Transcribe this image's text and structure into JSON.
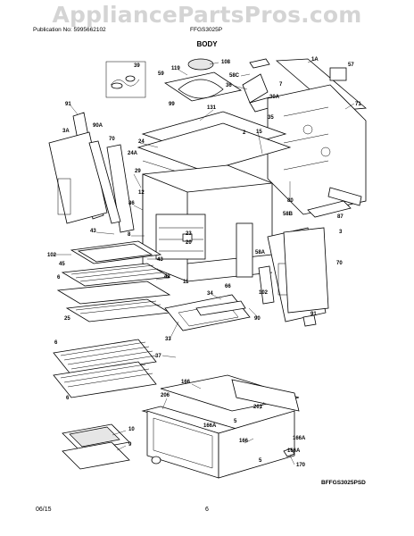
{
  "watermark": "AppliancePartsPros.com",
  "header": {
    "publication": "Publication No: 5995662102",
    "model": "FFGS3025P",
    "section": "BODY"
  },
  "footer": {
    "date": "06/15",
    "page": "6",
    "diagram_code": "BFFGS3025PSD"
  },
  "callouts": {
    "c39": "39",
    "c119": "119",
    "c108": "108",
    "c1a": "1A",
    "c57": "57",
    "c58c": "58C",
    "c59": "59",
    "c7": "7",
    "c36": "36",
    "c71": "71",
    "c91_top": "91",
    "c99": "99",
    "c131": "131",
    "c30a": "30A",
    "c35": "35",
    "c3a": "3A",
    "c90a": "90A",
    "c70_left": "70",
    "c24": "24",
    "c24a": "24A",
    "c2": "2",
    "c15": "15",
    "c29": "29",
    "c12": "12",
    "c80": "80",
    "c86": "86",
    "c58b": "58B",
    "c87": "87",
    "c43": "43",
    "c8": "8",
    "c23": "23",
    "c20": "20",
    "c3": "3",
    "c102_left": "102",
    "c45": "45",
    "c43b": "43",
    "c58a": "58A",
    "c70_right": "70",
    "c6_top": "6",
    "c42": "42",
    "c11": "11",
    "c66": "66",
    "c102_right": "102",
    "c34": "34",
    "c25": "25",
    "c90": "90",
    "c91_bottom": "91",
    "c33": "33",
    "c6_rack1": "6",
    "c6_rack2": "6",
    "c37": "37",
    "c166_top": "166",
    "c206": "206",
    "c201": "201",
    "c166a_1": "166A",
    "c5_1": "5",
    "c10": "10",
    "c9": "9",
    "c166_mid": "166",
    "c166a_2": "166A",
    "c166a_3": "166A",
    "c5_2": "5",
    "c170": "170"
  }
}
